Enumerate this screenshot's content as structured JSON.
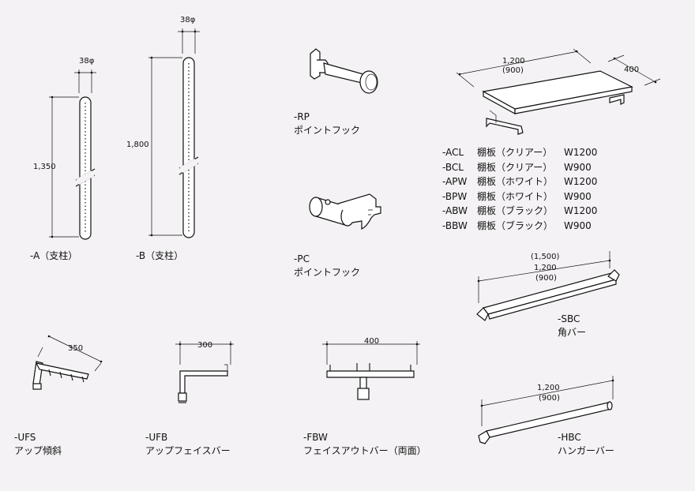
{
  "dimensions": {
    "a_diameter": "38φ",
    "b_diameter": "38φ",
    "a_height": "1,350",
    "b_height": "1,800",
    "shelf_width": "1,200",
    "shelf_width_alt": "(900)",
    "shelf_depth": "400",
    "sbc_length_long": "(1,500)",
    "sbc_length": "1,200",
    "sbc_length_alt": "(900)",
    "ufs_length": "350",
    "ufb_length": "300",
    "fbw_length": "400",
    "hbc_length": "1,200",
    "hbc_length_alt": "(900)"
  },
  "parts": {
    "a": {
      "code": "-A（支柱）"
    },
    "b": {
      "code": "-B（支柱）"
    },
    "rp": {
      "code": "-RP",
      "name": "ポイントフック"
    },
    "pc": {
      "code": "-PC",
      "name": "ポイントフック"
    },
    "sbc": {
      "code": "-SBC",
      "name": "角バー"
    },
    "ufs": {
      "code": "-UFS",
      "name": "アップ傾斜"
    },
    "ufb": {
      "code": "-UFB",
      "name": "アップフェイスバー"
    },
    "fbw": {
      "code": "-FBW",
      "name": "フェイスアウトバー（両面）"
    },
    "hbc": {
      "code": "-HBC",
      "name": "ハンガーバー"
    }
  },
  "shelves": [
    {
      "code": "-ACL",
      "name": "棚板（クリアー）",
      "size": "W1200"
    },
    {
      "code": "-BCL",
      "name": "棚板（クリアー）",
      "size": "W900"
    },
    {
      "code": "-APW",
      "name": "棚板（ホワイト）",
      "size": "W1200"
    },
    {
      "code": "-BPW",
      "name": "棚板（ホワイト）",
      "size": "W900"
    },
    {
      "code": "-ABW",
      "name": "棚板（ブラック）",
      "size": "W1200"
    },
    {
      "code": "-BBW",
      "name": "棚板（ブラック）",
      "size": "W900"
    }
  ]
}
